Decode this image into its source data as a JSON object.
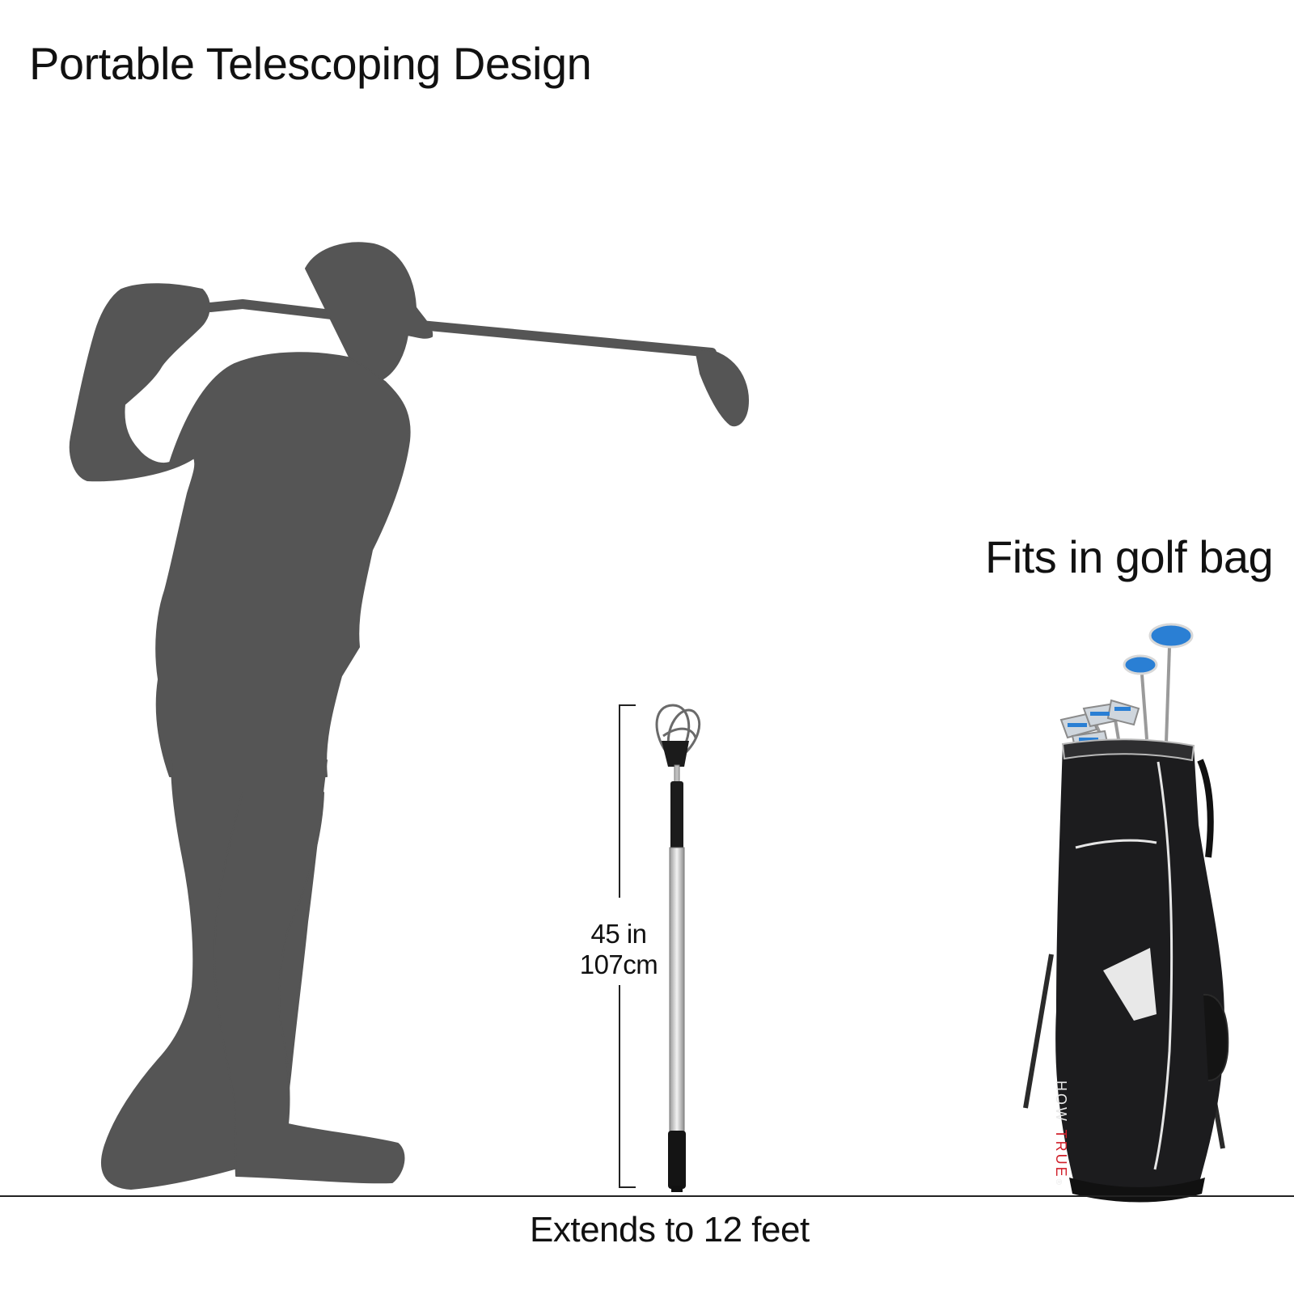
{
  "headline": "Portable Telescoping Design",
  "bag_caption": "Fits in golf bag",
  "extend_caption": "Extends to 12 feet",
  "measurement": {
    "inches": "45 in",
    "centimeters": "107cm"
  },
  "bag_brand": {
    "part1": "HOW ",
    "part2": "TRUE",
    "mark": "®"
  },
  "colors": {
    "silhouette": "#555555",
    "text": "#111111",
    "bag": "#1c1c1e",
    "brand_accent": "#d0202a",
    "club_blue": "#2a7fd4"
  },
  "icons": [
    "golfer-silhouette",
    "ball-retriever",
    "golf-bag"
  ]
}
